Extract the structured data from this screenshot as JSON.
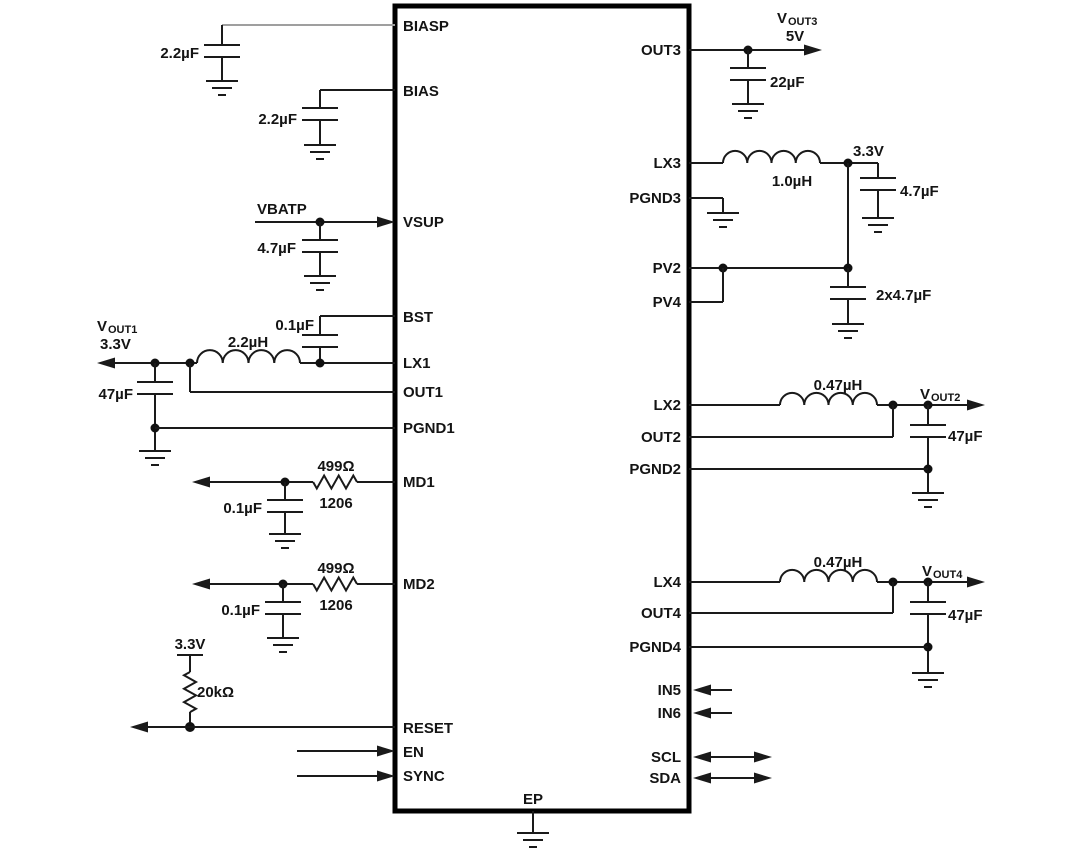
{
  "ic": {
    "pins_left": [
      "BIASP",
      "BIAS",
      "VSUP",
      "BST",
      "LX1",
      "OUT1",
      "PGND1",
      "MD1",
      "MD2",
      "RESET",
      "EN",
      "SYNC"
    ],
    "pins_right": [
      "OUT3",
      "LX3",
      "PGND3",
      "PV2",
      "PV4",
      "LX2",
      "OUT2",
      "PGND2",
      "LX4",
      "OUT4",
      "PGND4",
      "IN5",
      "IN6",
      "SCL",
      "SDA"
    ],
    "pin_bottom": "EP"
  },
  "nets": {
    "vbatp": "VBATP",
    "vout1": {
      "base": "V",
      "sub": "OUT1",
      "voltage": "3.3V"
    },
    "vout2": {
      "base": "V",
      "sub": "OUT2"
    },
    "vout3": {
      "base": "V",
      "sub": "OUT3",
      "voltage": "5V"
    },
    "vout4": {
      "base": "V",
      "sub": "OUT4"
    },
    "rail_reset": "3.3V",
    "rail_lx3": "3.3V"
  },
  "components": {
    "c_biasp": "2.2µF",
    "c_bias": "2.2µF",
    "c_vsup": "4.7µF",
    "c_bst": "0.1µF",
    "l1": "2.2µH",
    "c_vout1": "47µF",
    "r_md1": "499Ω",
    "r_md1_package": "1206",
    "c_md1": "0.1µF",
    "r_md2": "499Ω",
    "r_md2_package": "1206",
    "c_md2": "0.1µF",
    "r_reset": "20kΩ",
    "c_vout3": "22µF",
    "l3": "1.0µH",
    "c_rail3v3": "4.7µF",
    "c_pv": "2x4.7µF",
    "l2": "0.47µH",
    "c_vout2": "47µF",
    "l4": "0.47µH",
    "c_vout4": "47µF"
  },
  "colors": {
    "wire": "#1a1a1a",
    "biasp_wire": "#9f9f9f",
    "background": "#ffffff"
  }
}
